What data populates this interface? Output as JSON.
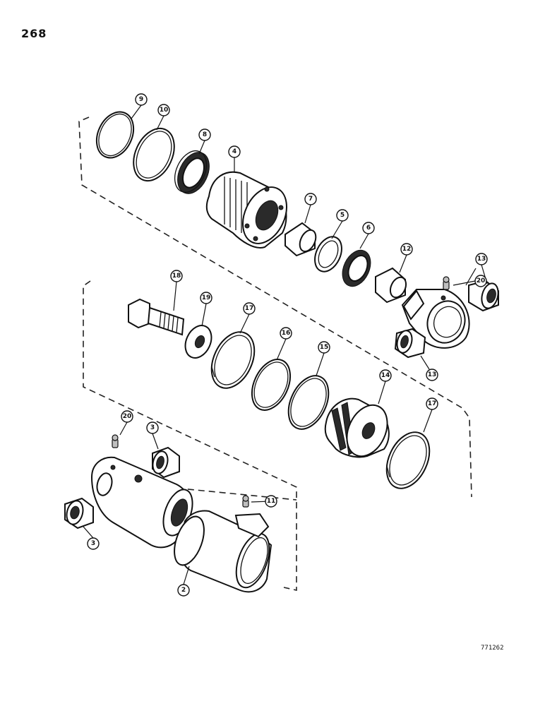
{
  "page_number": "268",
  "figure_id": "771262",
  "callouts": {
    "c9": "9",
    "c10": "10",
    "c8": "8",
    "c4": "4",
    "c7": "7",
    "c5": "5",
    "c6": "6",
    "c12": "12",
    "c13a": "13",
    "c20a": "20",
    "c13b": "13",
    "c18": "18",
    "c19": "19",
    "c17a": "17",
    "c16": "16",
    "c15": "15",
    "c14": "14",
    "c17b": "17",
    "c20b": "20",
    "c3a": "3",
    "c3b": "3",
    "c11": "11",
    "c2": "2"
  }
}
